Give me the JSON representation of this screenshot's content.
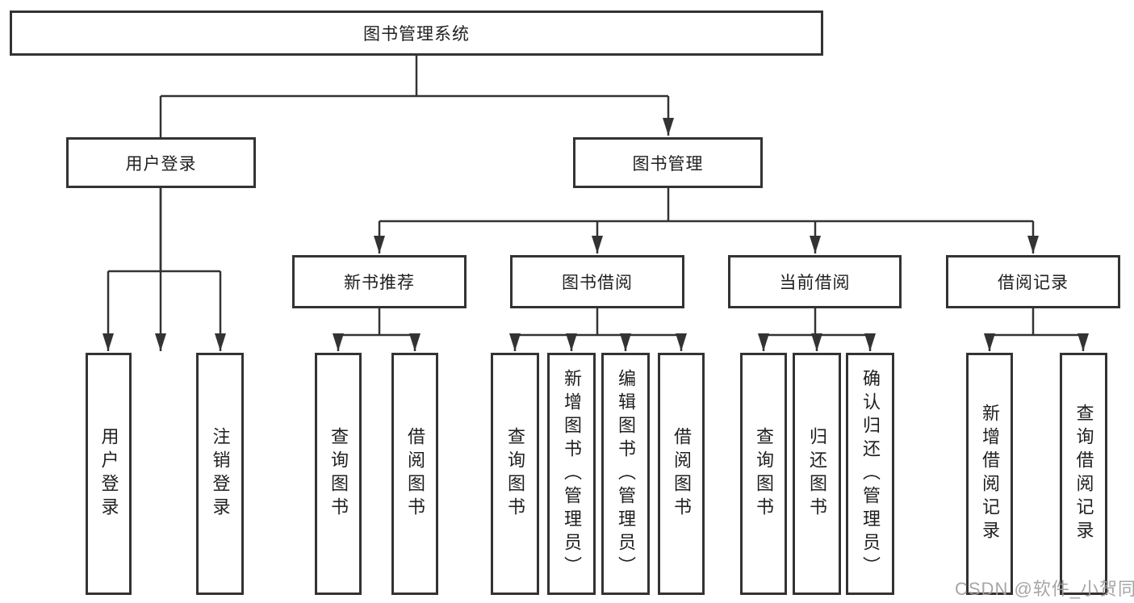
{
  "title": "图书管理系统",
  "watermark": "CSDN @软件_小贺同学",
  "colors": {
    "line": "#333333",
    "box_border": "#333333",
    "text": "#1f1f1f",
    "background": "#ffffff",
    "watermark": "#9e9e9e"
  },
  "nodes": {
    "root": "图书管理系统",
    "user_login": "用户登录",
    "book_mgmt": "图书管理",
    "new_book_rec": "新书推荐",
    "book_borrow": "图书借阅",
    "current_borrow": "当前借阅",
    "borrow_records": "借阅记录",
    "ul_children": [
      "用户登录",
      "注销登录"
    ],
    "nbr_children": [
      "查询图书",
      "借阅图书"
    ],
    "bb_children": [
      "查询图书",
      "新增图书（管理员）",
      "编辑图书（管理员）",
      "借阅图书"
    ],
    "cb_children": [
      "查询图书",
      "归还图书",
      "确认归还（管理员）"
    ],
    "br_children": [
      "新增借阅记录",
      "查询借阅记录"
    ]
  }
}
